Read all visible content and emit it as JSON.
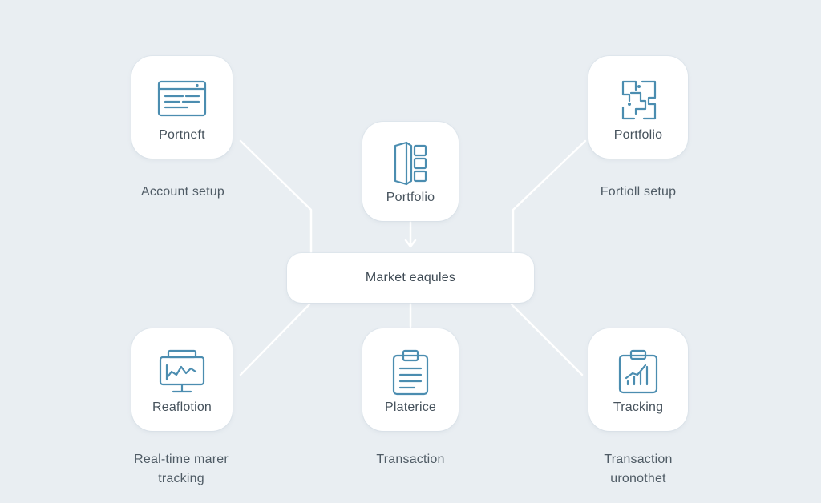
{
  "diagram": {
    "hub": {
      "label": "Market eaqules"
    },
    "nodes": [
      {
        "id": "top-left",
        "label": "Portneft",
        "caption": [
          "Account setup"
        ],
        "icon": "window-form-icon"
      },
      {
        "id": "top-center",
        "label": "Portfolio",
        "caption": [],
        "icon": "book-panels-icon"
      },
      {
        "id": "top-right",
        "label": "Portfolio",
        "caption": [
          "Fortioll setup"
        ],
        "icon": "puzzle-icon"
      },
      {
        "id": "bottom-left",
        "label": "Reaflotion",
        "caption": [
          "Real-time marer",
          "tracking"
        ],
        "icon": "monitor-chart-icon"
      },
      {
        "id": "bottom-center",
        "label": "Platerice",
        "caption": [
          "Transaction"
        ],
        "icon": "clipboard-list-icon"
      },
      {
        "id": "bottom-right",
        "label": "Tracking",
        "caption": [
          "Transaction",
          "uronothet"
        ],
        "icon": "clipboard-bar-chart-icon"
      }
    ],
    "colors": {
      "background": "#e9eef2",
      "card": "#ffffff",
      "icon": "#4b8db0",
      "connector": "#ffffff",
      "text": "#46525c"
    }
  }
}
